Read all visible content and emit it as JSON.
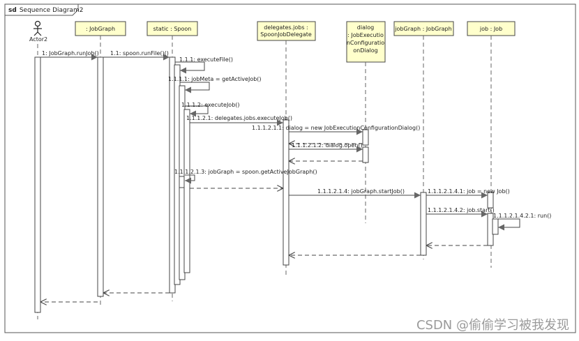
{
  "frame": {
    "keyword": "sd",
    "title": "Sequence Diagram2"
  },
  "actor": {
    "name": "Actor2"
  },
  "lifelines": [
    {
      "label_lines": [
        ": JobGraph"
      ]
    },
    {
      "label_lines": [
        "static : Spoon"
      ]
    },
    {
      "label_lines": [
        "delegates.jobs :",
        "SpoonJobDelegate"
      ]
    },
    {
      "label_lines": [
        "dialog",
        ": JobExecutio",
        "nConfiguratio",
        "onDialog"
      ]
    },
    {
      "label_lines": [
        "jobGraph : JobGraph"
      ]
    },
    {
      "label_lines": [
        "job : Job"
      ]
    }
  ],
  "messages": [
    "1: JobGraph.runJob()",
    "1.1: spoon.runFile()()",
    "1.1.1: executeFile()",
    "1.1.1.1: jobMeta = getActiveJob()",
    "1.1.1.2: executeJob()",
    "1.1.1.2.1: delegates.jobs.executeJob()",
    "1.1.1.2.1.1: dialog = new JobExecutionConfigurationDialog()",
    "1.1.1.2.1.2: dialog.open()",
    "1.1.1.2.1.3: jobGraph = spoon.getActiveJobGraph()",
    "1.1.1.2.1.4: jobGraph.startJob()",
    "1.1.1.2.1.4.1: job = new Job()",
    "1.1.1.2.1.4.2: job.start()",
    "1.1.1.2.1.4.2.1: run()"
  ],
  "watermark": "CSDN @偷偷学习被我发现",
  "colors": {
    "lifeline_fill": "#ffffcc",
    "line": "#333333",
    "frame": "#555555"
  }
}
